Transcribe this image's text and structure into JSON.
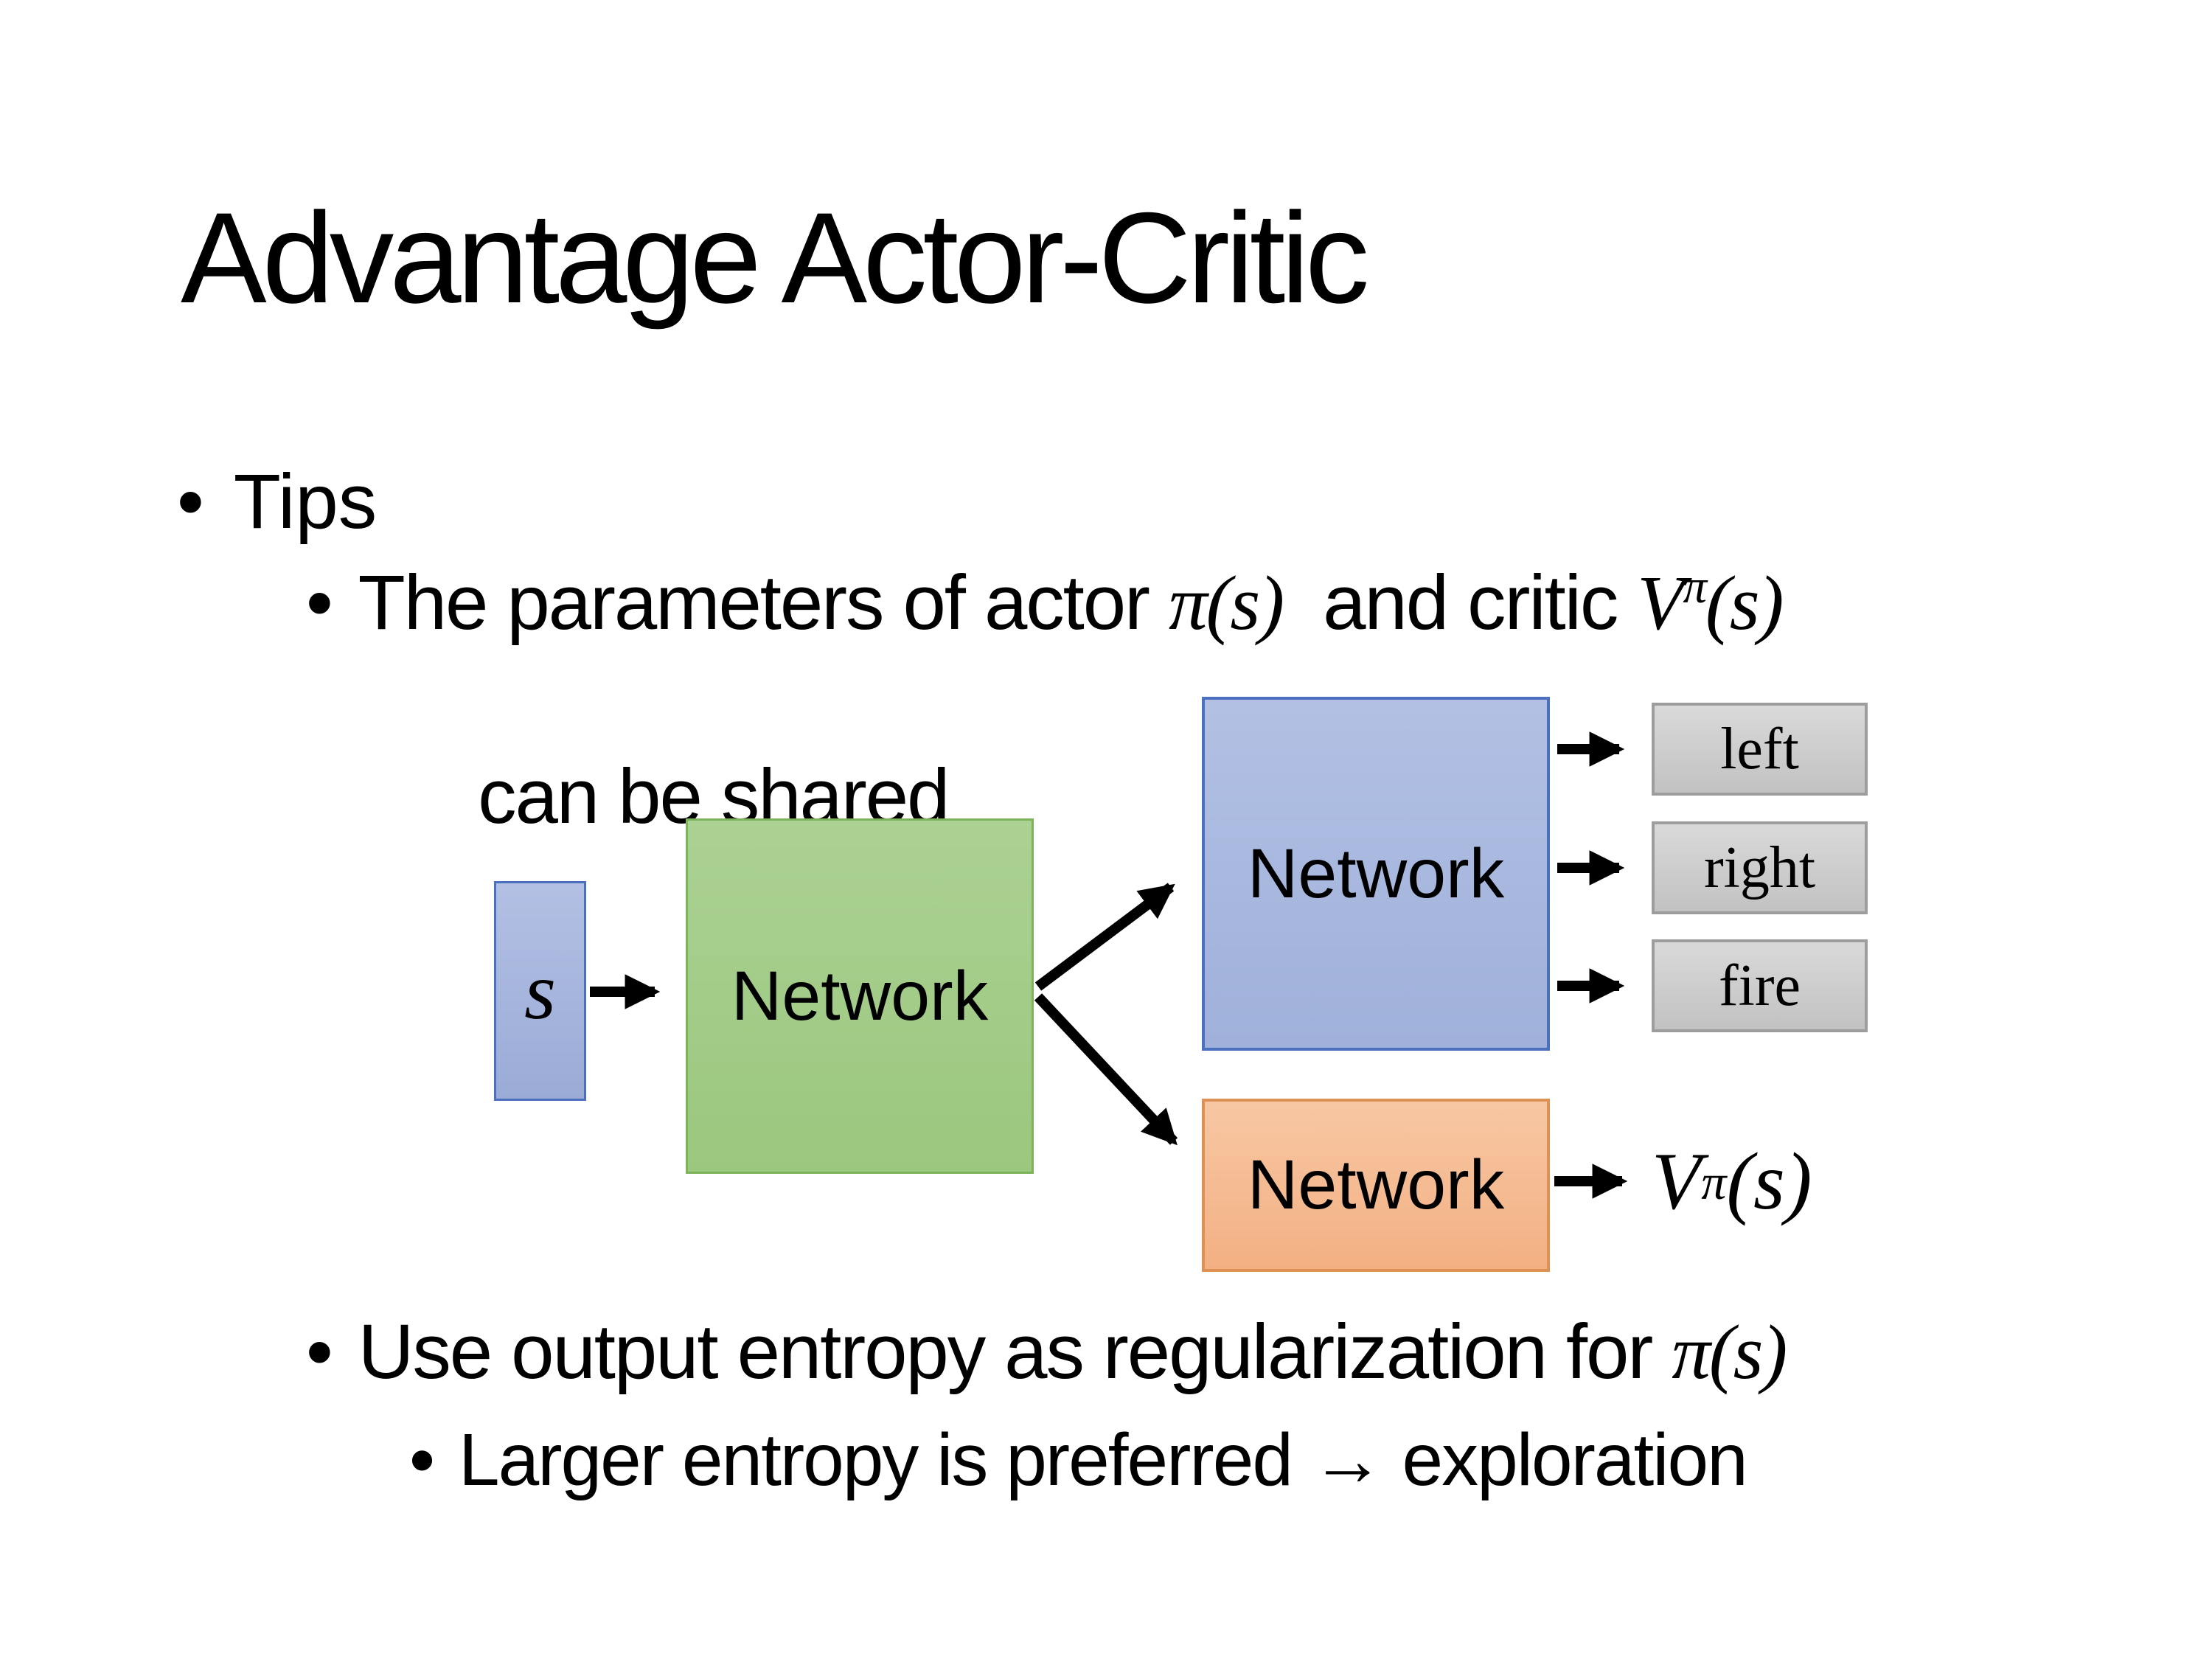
{
  "slide": {
    "title": "Advantage Actor-Critic",
    "bullet_char": "•",
    "bullets": {
      "tips": "Tips",
      "params": {
        "pre": "The parameters of actor ",
        "actor_math": "π(s)",
        "mid": "  and critic ",
        "critic_v": "V",
        "critic_sup": "π",
        "critic_tail": "(s)",
        "line2": "can be shared"
      },
      "entropy": {
        "pre": "Use output entropy as regularization for ",
        "math": "π(s)"
      },
      "entropy_sub": "Larger entropy is preferred → exploration"
    }
  },
  "diagram": {
    "input_label": "s",
    "shared_network_label": "Network",
    "actor_network_label": "Network",
    "critic_network_label": "Network",
    "actions": [
      "left",
      "right",
      "fire"
    ],
    "value_output": {
      "v": "V",
      "sup": "π",
      "tail": "(s)"
    }
  },
  "colors": {
    "background": "#ffffff",
    "text": "#000000",
    "input_fill_top": "#b3c0e4",
    "input_fill_bottom": "#9aabd6",
    "input_border": "#4a70be",
    "shared_fill_top": "#abd193",
    "shared_fill_bottom": "#9bc77e",
    "shared_border": "#7db35a",
    "actor_fill_top": "#b2c0e3",
    "actor_fill_bottom": "#9fb0da",
    "actor_border": "#4a70be",
    "critic_fill_top": "#f7c7a3",
    "critic_fill_bottom": "#f3b083",
    "critic_border": "#dd9154",
    "action_fill_top": "#d9d9d9",
    "action_fill_bottom": "#c2c2c2",
    "action_border": "#9d9d9d",
    "arrow": "#000000"
  }
}
